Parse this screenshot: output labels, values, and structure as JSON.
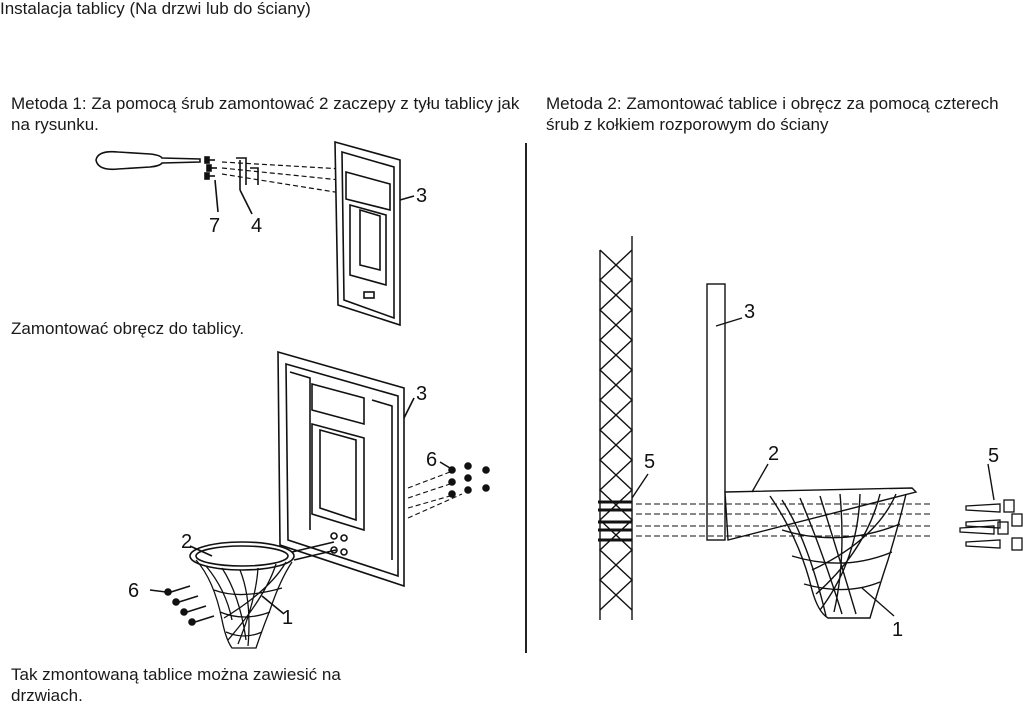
{
  "title": "Instalacja tablicy (Na drzwi lub do ściany)",
  "method1": {
    "text": "Metoda 1: Za pomocą śrub zamontować 2 zaczepy z tyłu tablicy jak na rysunku."
  },
  "method2": {
    "text": "Metoda 2: Zamontować tablice i obręcz za pomocą czterech śrub z kołkiem rozporowym do ściany"
  },
  "rim_step": {
    "text": "Zamontować obręcz do tablicy."
  },
  "hang_note": {
    "text": "Tak zmontowaną tablice można zawiesić na drzwiach."
  },
  "labels": {
    "hook": "4",
    "screw_small": "7",
    "backboard": "3",
    "rim": "2",
    "net": "1",
    "rim_screws": "6",
    "wall_anchor": "5"
  }
}
